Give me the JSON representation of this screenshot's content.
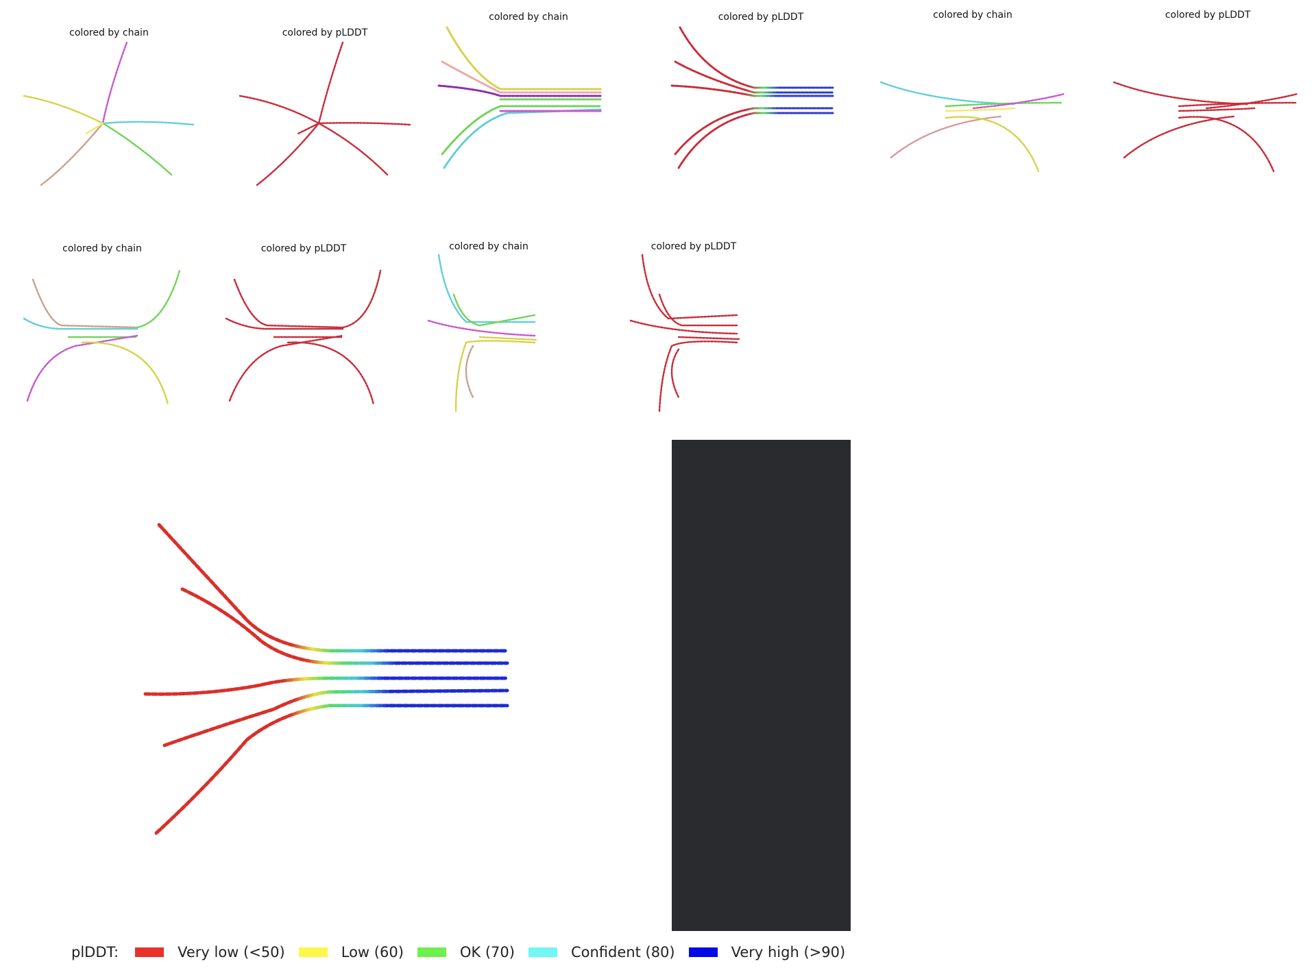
{
  "panels": [
    {
      "title": "colored by chain"
    },
    {
      "title": "colored by pLDDT"
    },
    {
      "title": "colored by chain"
    },
    {
      "title": "colored by pLDDT"
    },
    {
      "title": "colored by chain"
    },
    {
      "title": "colored by pLDDT"
    },
    {
      "title": "colored by chain"
    },
    {
      "title": "colored by pLDDT"
    },
    {
      "title": "colored by chain"
    },
    {
      "title": "colored by pLDDT"
    }
  ],
  "legend": {
    "title": "plDDT:",
    "items": [
      {
        "label": "Very low (<50)",
        "color": "#e8322a"
      },
      {
        "label": "Low (60)",
        "color": "#fdf74a"
      },
      {
        "label": "OK (70)",
        "color": "#6ef04d"
      },
      {
        "label": "Confident (80)",
        "color": "#72f6f6"
      },
      {
        "label": "Very high (>90)",
        "color": "#0508e6"
      }
    ]
  },
  "colors": {
    "chain": [
      "#c75bcf",
      "#5fd0d6",
      "#71d35a",
      "#c8a28e",
      "#d6d24a",
      "#d69aa0"
    ],
    "plddt_low": "#c72e3a",
    "dark_panel": "#2a2b2e"
  }
}
